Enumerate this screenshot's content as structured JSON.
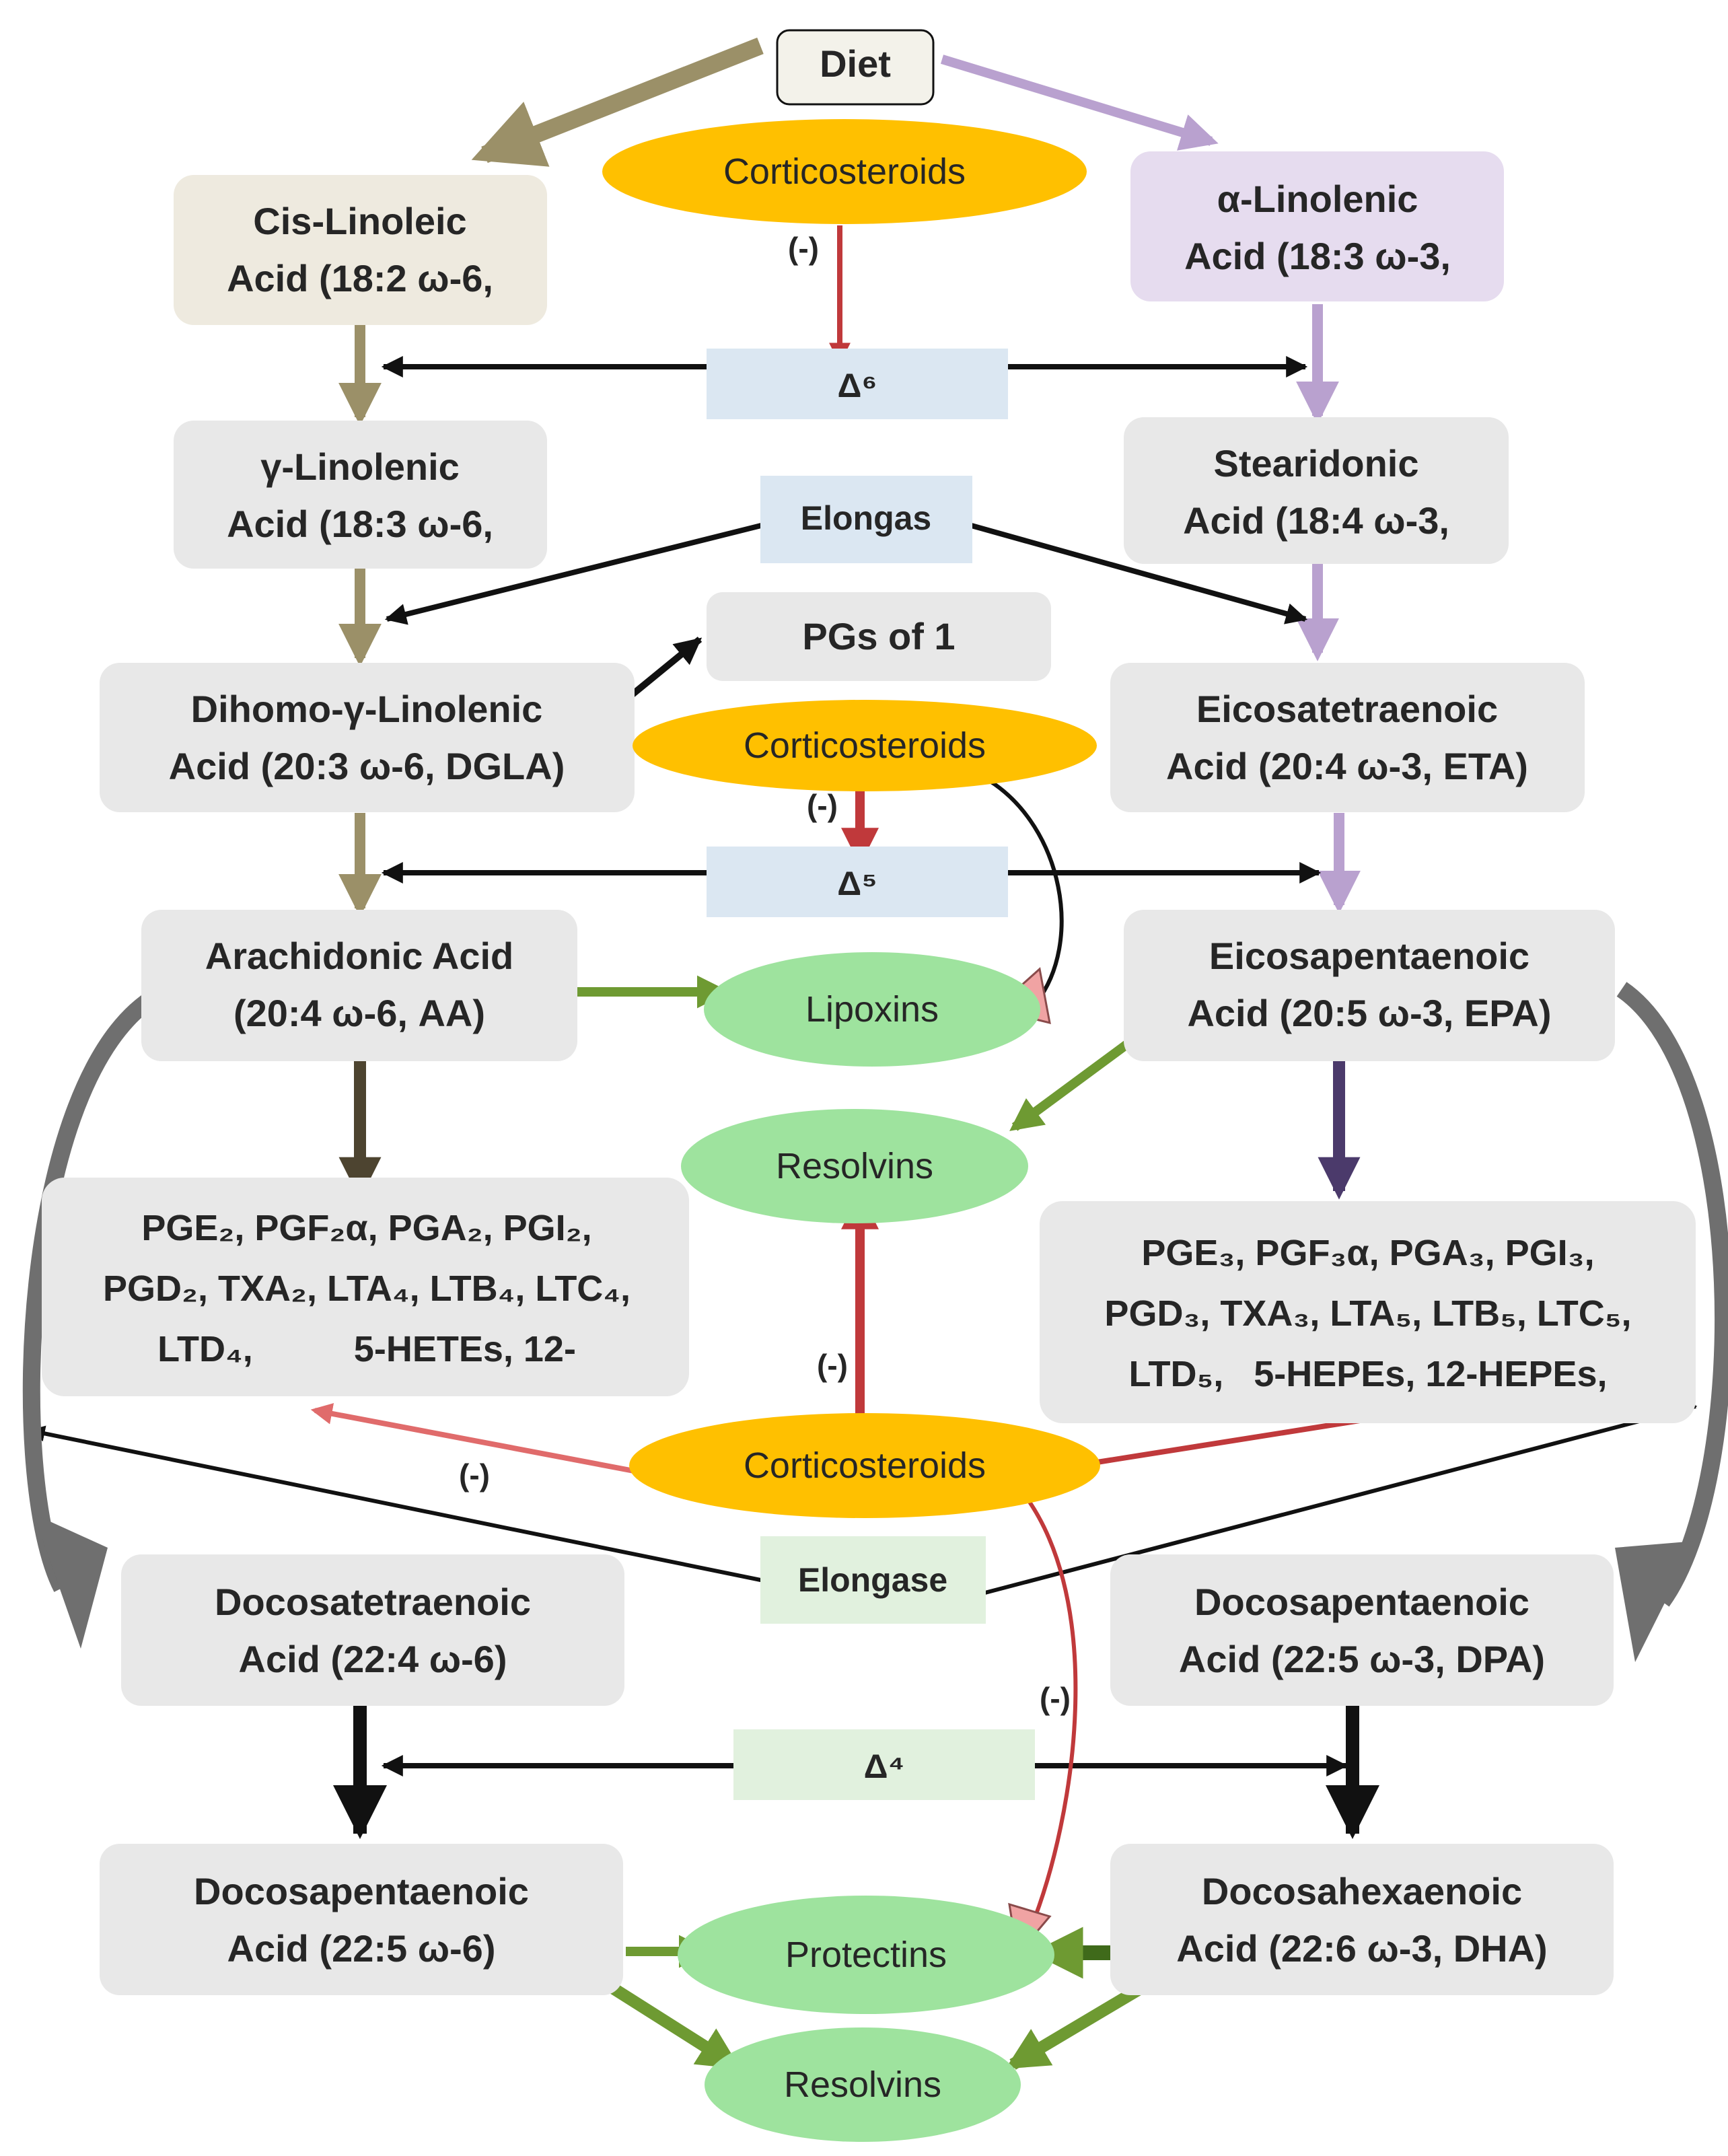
{
  "diet": "Diet",
  "cis_linoleic": {
    "line1": "Cis-Linoleic",
    "line2": "Acid (18:2 ω-6,"
  },
  "alpha_linolenic": {
    "line1": "α-Linolenic",
    "line2": "Acid (18:3 ω-3,"
  },
  "gamma_linolenic": {
    "line1": "γ-Linolenic",
    "line2": "Acid (18:3 ω-6,"
  },
  "stearidonic": {
    "line1": "Stearidonic",
    "line2": "Acid (18:4 ω-3,"
  },
  "dgla": {
    "line1": "Dihomo-γ-Linolenic",
    "line2": "Acid (20:3 ω-6, DGLA)"
  },
  "eta": {
    "line1": "Eicosatetraenoic",
    "line2": "Acid (20:4 ω-3, ETA)"
  },
  "aa": {
    "line1": "Arachidonic Acid",
    "line2": "(20:4 ω-6, AA)"
  },
  "epa": {
    "line1": "Eicosapentaenoic",
    "line2": "Acid (20:5 ω-3, EPA)"
  },
  "docosatetraenoic": {
    "line1": "Docosatetraenoic",
    "line2": "Acid (22:4 ω-6)"
  },
  "dpa_n3": {
    "line1": "Docosapentaenoic",
    "line2": "Acid (22:5 ω-3, DPA)"
  },
  "dpa_n6": {
    "line1": "Docosapentaenoic",
    "line2": "Acid (22:5 ω-6)"
  },
  "dha": {
    "line1": "Docosahexaenoic",
    "line2": "Acid (22:6 ω-3, DHA)"
  },
  "pgs_of_1": "PGs of 1",
  "corticosteroids": "Corticosteroids",
  "neg_sign": "(-)",
  "enzymes": {
    "delta6": "Δ⁶",
    "elongas": "Elongas",
    "delta5": "Δ⁵",
    "elongase": "Elongase",
    "delta4": "Δ⁴"
  },
  "mediators": {
    "lipoxins": "Lipoxins",
    "resolvins": "Resolvins",
    "protectins": "Protectins"
  },
  "series2": {
    "line1": "PGE₂, PGF₂α, PGA₂, PGI₂,",
    "line2": "PGD₂, TXA₂, LTA₄, LTB₄, LTC₄,",
    "line3": "LTD₄,          5-HETEs, 12-"
  },
  "series3": {
    "line1": "PGE₃, PGF₃α, PGA₃, PGI₃,",
    "line2": "PGD₃, TXA₃, LTA₅, LTB₅, LTC₅,",
    "line3": "LTD₅,   5-HEPEs, 12-HEPEs,"
  },
  "colors": {
    "omega6_arrow": "#9b9068",
    "omega3_arrow": "#b9a1cf",
    "aa_down": "#4d4430",
    "epa_down": "#4b3a6b",
    "inhibit_red": "#c0393b",
    "inhibit_light": "#e06b6b",
    "green_arrow": "#6e9a32",
    "gray_curve": "#6f6f6f",
    "pink_curve": "#f0a3a3",
    "corticosteroid_fill": "#ffc000",
    "mediator_fill": "#9ee39e",
    "node_fill": "#e8e8e8",
    "cis_fill": "#eeeadf",
    "alpha_fill": "#e6dcef",
    "enzyme_blue": "#dbe7f2",
    "enzyme_green": "#e1f1de"
  }
}
